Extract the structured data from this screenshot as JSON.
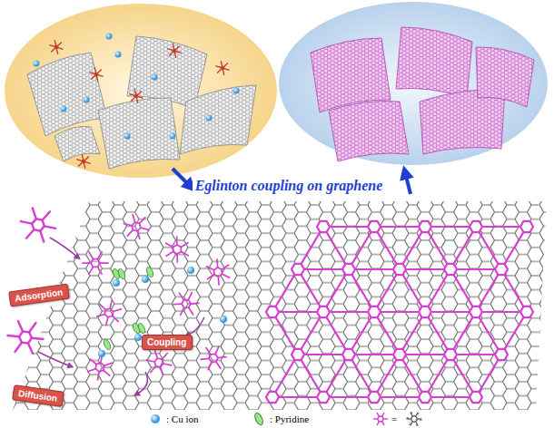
{
  "diagram": {
    "title": "Eglinton coupling on graphene",
    "nodes": [
      {
        "text": [
          "Adsorption"
        ]
      },
      {
        "text": [
          "Coupling"
        ]
      },
      {
        "text": [
          "Diffusion"
        ]
      }
    ],
    "legend": [
      {
        "text": ": Cu ion"
      },
      {
        "text": ": Pyridine"
      },
      {
        "text": "="
      }
    ]
  }
}
